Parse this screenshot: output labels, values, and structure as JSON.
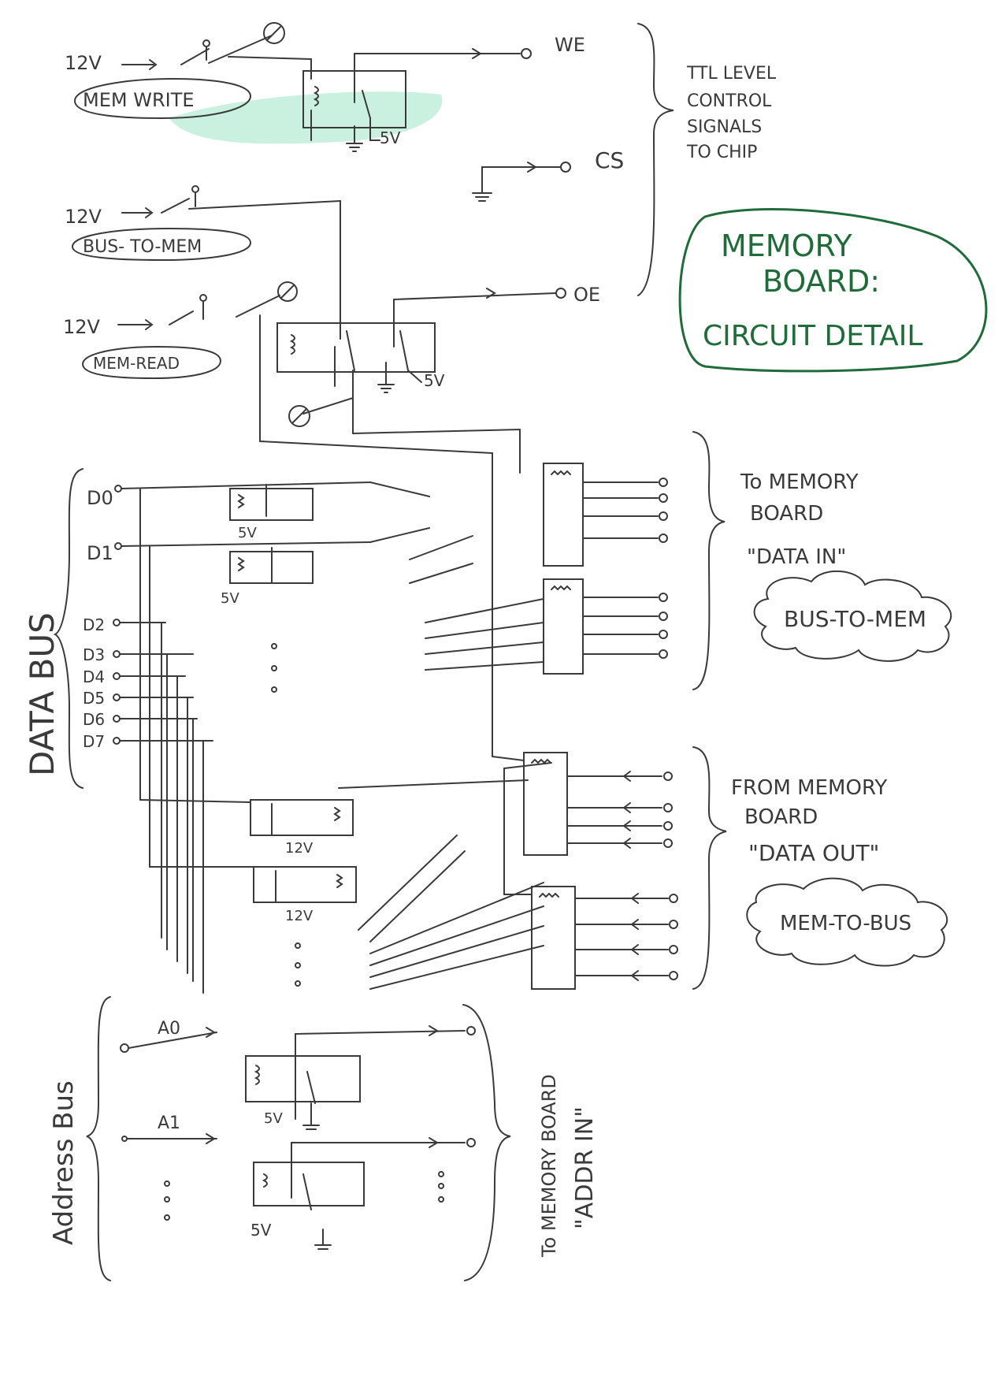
{
  "title": {
    "line1": "MEMORY",
    "line2": "BOARD:",
    "line3": "CIRCUIT DETAIL",
    "color": "#1f6b3a"
  },
  "control": {
    "supply": "12V",
    "mem_write": "MEM WRITE",
    "bus_to_mem": "BUS- TO-MEM",
    "mem_read": "MEM-READ",
    "five_v": "5V",
    "we": "WE",
    "cs": "CS",
    "oe": "OE",
    "ttl_1": "TTL LEVEL",
    "ttl_2": "CONTROL",
    "ttl_3": "SIGNALS",
    "ttl_4": "TO CHIP"
  },
  "databus": {
    "label": "DATA BUS",
    "lines": [
      "D0",
      "D1",
      "D2",
      "D3",
      "D4",
      "D5",
      "D6",
      "D7"
    ],
    "five_v": "5V",
    "twelve_v": "12V"
  },
  "data_in": {
    "l1": "To MEMORY",
    "l2": "BOARD",
    "l3": "\"DATA IN\"",
    "cloud": "BUS-TO-MEM"
  },
  "data_out": {
    "l1": "FROM MEMORY",
    "l2": "BOARD",
    "l3": "\"DATA OUT\"",
    "cloud": "MEM-TO-BUS"
  },
  "address": {
    "label": "Address Bus",
    "a0": "A0",
    "a1": "A1",
    "five_v": "5V",
    "to_board_1": "To MEMORY BOARD",
    "to_board_2": "\"ADDR IN\""
  },
  "colors": {
    "ink": "#3a3a3a",
    "green_ink": "#1f6b3a",
    "highlight": "#9fe3c4"
  }
}
